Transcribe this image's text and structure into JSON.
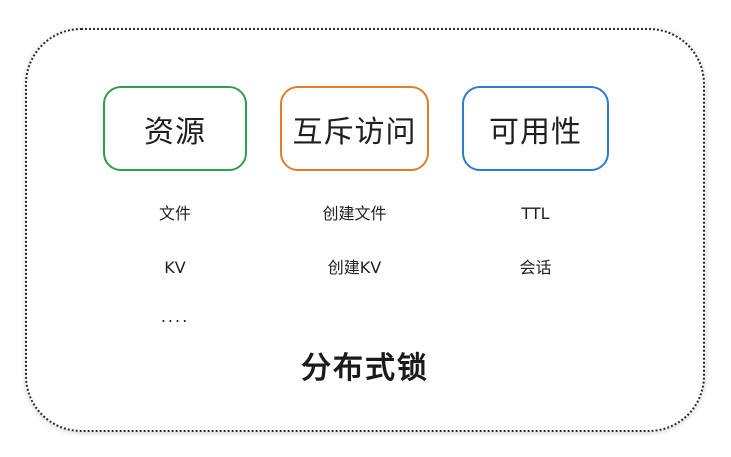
{
  "title": "分布式锁",
  "columns": [
    {
      "header": "资源",
      "accent": "#2f9e49",
      "items": [
        "文件",
        "KV",
        "...."
      ]
    },
    {
      "header": "互斥访问",
      "accent": "#de7e2b",
      "items": [
        "创建文件",
        "创建KV"
      ]
    },
    {
      "header": "可用性",
      "accent": "#2b7bd0",
      "items": [
        "TTL",
        "会话"
      ]
    }
  ],
  "colors": {
    "frame_outline": "#2a2a2a",
    "text": "#1f1f1f"
  }
}
